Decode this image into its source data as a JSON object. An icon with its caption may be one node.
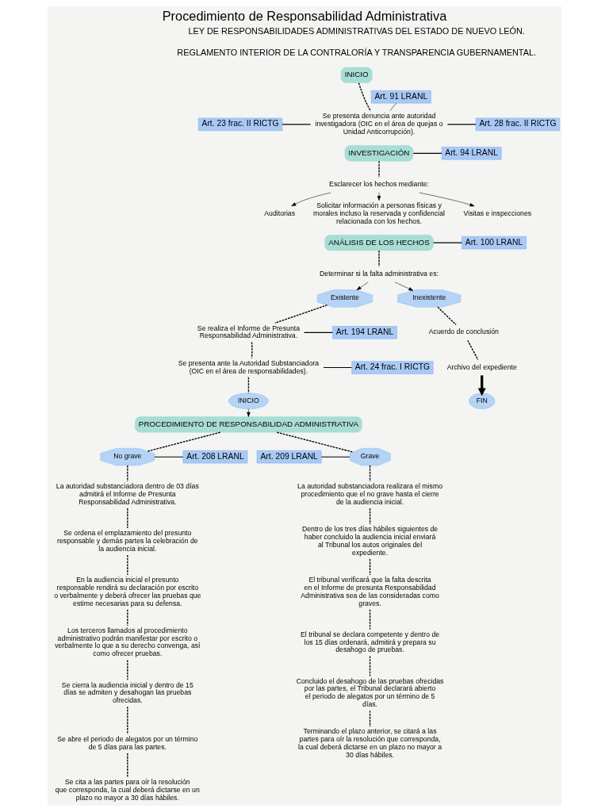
{
  "diagram": {
    "title": "Procedimiento de Responsabilidad Administrativa",
    "labels": [
      "LEY DE RESPONSABILIDADES ADMINISTRATIVAS DEL ESTADO DE NUEVO LEÓN.",
      "REGLAMENTO INTERIOR DE LA CONTRALORÍA Y TRANSPARENCIA GUBERNAMENTAL."
    ],
    "nodes": [
      {
        "text": [
          "INICIO"
        ]
      },
      {
        "text": [
          "Se presenta denuncia ante autoridad investigadora (OIC en el área de quejas o Unidad Anticorrupción)."
        ]
      },
      {
        "text": [
          "Art. 91 LRANL"
        ]
      },
      {
        "text": [
          "Art. 23 frac. II RICTG"
        ]
      },
      {
        "text": [
          "Art. 28 frac. II RICTG"
        ]
      },
      {
        "text": [
          "INVESTIGACIÓN"
        ]
      },
      {
        "text": [
          "Art. 94 LRANL"
        ]
      },
      {
        "text": [
          "Esclarecer los hechos mediante:"
        ]
      },
      {
        "text": [
          "Auditorias"
        ]
      },
      {
        "text": [
          "Solicitar información a personas físicas y morales incluso la reservada y confidencial relacionada con los hechos."
        ]
      },
      {
        "text": [
          "Visitas e inspecciones"
        ]
      },
      {
        "text": [
          "ANÁLISIS DE LOS HECHOS"
        ]
      },
      {
        "text": [
          "Art. 100 LRANL"
        ]
      },
      {
        "text": [
          "Determinar si la falta administrativa es:"
        ]
      },
      {
        "text": [
          "Existente"
        ]
      },
      {
        "text": [
          "Inexistente"
        ]
      },
      {
        "text": [
          "Se realiza el Informe de Presunta Responsabilidad Administrativa."
        ]
      },
      {
        "text": [
          "Art. 194 LRANL"
        ]
      },
      {
        "text": [
          "Se presenta ante la Autoridad Substanciadora (OIC en el área de responsabilidades)."
        ]
      },
      {
        "text": [
          "Art. 24 frac. I RICTG"
        ]
      },
      {
        "text": [
          "Acuerdo de conclusión"
        ]
      },
      {
        "text": [
          "Archivo del expediente"
        ]
      },
      {
        "text": [
          "FIN"
        ]
      },
      {
        "text": [
          "INICIO"
        ]
      },
      {
        "text": [
          "PROCEDIMIENTO DE RESPONSABILIDAD ADMINISTRATIVA"
        ]
      },
      {
        "text": [
          "No grave"
        ]
      },
      {
        "text": [
          "Art. 208 LRANL"
        ]
      },
      {
        "text": [
          "Grave"
        ]
      },
      {
        "text": [
          "Art. 209 LRANL"
        ]
      },
      {
        "text": [
          "La autoridad substanciadora dentro de 03 días admitirá el Informe de Presunta Responsabilidad Administrativa."
        ]
      },
      {
        "text": [
          "Se ordena el emplazamiento del presunto responsable y demás partes la celebración de la audiencia inicial."
        ]
      },
      {
        "text": [
          "En la audiencia inicial el presunto responsable rendirá su declaración por escrito o verbalmente y deberá ofrecer las pruebas que estime necesarias para su defensa."
        ]
      },
      {
        "text": [
          "Los terceros llamados al procedimiento administrativo podrán manifestar por escrito o verbalmente lo que a su derecho convenga, así como ofrecer pruebas."
        ]
      },
      {
        "text": [
          "Se cierra la audiencia inicial y dentro de 15 días se admiten y desahogan las pruebas ofrecidas."
        ]
      },
      {
        "text": [
          "Se abre el periodo de alegatos por un término de 5 días para las partes."
        ]
      },
      {
        "text": [
          "Se cita a las partes para oír la resolución que corresponda, la cual deberá dictarse en un plazo no mayor a 30 días hábiles."
        ]
      },
      {
        "text": [
          "La autoridad substanciadora realizara el mismo procedimiento que el no grave hasta el cierre de la audiencia inicial."
        ]
      },
      {
        "text": [
          "Dentro de los tres días hábiles siguientes de haber concluido la audiencia inicial enviará al Tribunal los autos originales del expediente."
        ]
      },
      {
        "text": [
          "El tribunal verificará que la falta descrita en el Informe de presunta Responsabilidad Administrativa sea de las consideradas como graves."
        ]
      },
      {
        "text": [
          "El tribunal se declara competente y dentro de los 15 días ordenará, admitirá y prepara su desahogo de pruebas."
        ]
      },
      {
        "text": [
          "Concluido el desahogo de las pruebas ofrecidas por las partes, el Tribunal declarará abierto el periodo de alegatos por un término de 5 días."
        ]
      },
      {
        "text": [
          "Terminando el plazo anterior, se citará a las partes para oír la resolución que corresponda, la cual deberá dictarse en un plazo no mayor a 30 días hábiles."
        ]
      }
    ],
    "edges": [
      {
        "from": 0,
        "to": 1,
        "arrow": "none",
        "style": "dashed"
      },
      {
        "from": 2,
        "to": 1,
        "arrow": "none"
      },
      {
        "from": 3,
        "to": 1,
        "arrow": "none"
      },
      {
        "from": 1,
        "to": 4,
        "arrow": "none"
      },
      {
        "from": 5,
        "to": 6,
        "arrow": "none"
      },
      {
        "from": 5,
        "to": 7,
        "arrow": "none",
        "style": "dashed"
      },
      {
        "from": 7,
        "to": 8,
        "arrow": "to"
      },
      {
        "from": 7,
        "to": 9,
        "arrow": "to"
      },
      {
        "from": 7,
        "to": 10,
        "arrow": "to"
      },
      {
        "from": 11,
        "to": 12,
        "arrow": "none"
      },
      {
        "from": 11,
        "to": 13,
        "arrow": "none",
        "style": "dashed"
      },
      {
        "from": 13,
        "to": 14,
        "arrow": "to"
      },
      {
        "from": 13,
        "to": 15,
        "arrow": "to"
      },
      {
        "from": 14,
        "to": 16,
        "arrow": "none",
        "style": "dashed"
      },
      {
        "from": 16,
        "to": 17,
        "arrow": "none"
      },
      {
        "from": 16,
        "to": 18,
        "arrow": "none",
        "style": "dashed"
      },
      {
        "from": 18,
        "to": 19,
        "arrow": "none"
      },
      {
        "from": 18,
        "to": 23,
        "arrow": "none",
        "style": "dashed"
      },
      {
        "from": 15,
        "to": 20,
        "arrow": "none",
        "style": "dashed"
      },
      {
        "from": 20,
        "to": 21,
        "arrow": "none",
        "style": "dashed"
      },
      {
        "from": 21,
        "to": 22,
        "arrow": "to",
        "style": "thick"
      },
      {
        "from": 23,
        "to": 24,
        "arrow": "to"
      },
      {
        "from": 24,
        "to": 25,
        "arrow": "none",
        "style": "dashed"
      },
      {
        "from": 24,
        "to": 27,
        "arrow": "none",
        "style": "dashed"
      },
      {
        "from": 25,
        "to": 26,
        "arrow": "none"
      },
      {
        "from": 28,
        "to": 27,
        "arrow": "none"
      },
      {
        "from": 25,
        "to": 29,
        "arrow": "none",
        "style": "dashed"
      },
      {
        "from": 29,
        "to": 30,
        "arrow": "none",
        "style": "dashed"
      },
      {
        "from": 30,
        "to": 31,
        "arrow": "none",
        "style": "dashed"
      },
      {
        "from": 31,
        "to": 32,
        "arrow": "none",
        "style": "dashed"
      },
      {
        "from": 32,
        "to": 33,
        "arrow": "none",
        "style": "dashed"
      },
      {
        "from": 33,
        "to": 34,
        "arrow": "none",
        "style": "dashed"
      },
      {
        "from": 34,
        "to": 35,
        "arrow": "none",
        "style": "dashed"
      },
      {
        "from": 27,
        "to": 36,
        "arrow": "none",
        "style": "dashed"
      },
      {
        "from": 36,
        "to": 37,
        "arrow": "none",
        "style": "dashed"
      },
      {
        "from": 37,
        "to": 38,
        "arrow": "none",
        "style": "dashed"
      },
      {
        "from": 38,
        "to": 39,
        "arrow": "none",
        "style": "dashed"
      },
      {
        "from": 39,
        "to": 40,
        "arrow": "none",
        "style": "dashed"
      },
      {
        "from": 40,
        "to": 41,
        "arrow": "none",
        "style": "dashed"
      }
    ]
  }
}
